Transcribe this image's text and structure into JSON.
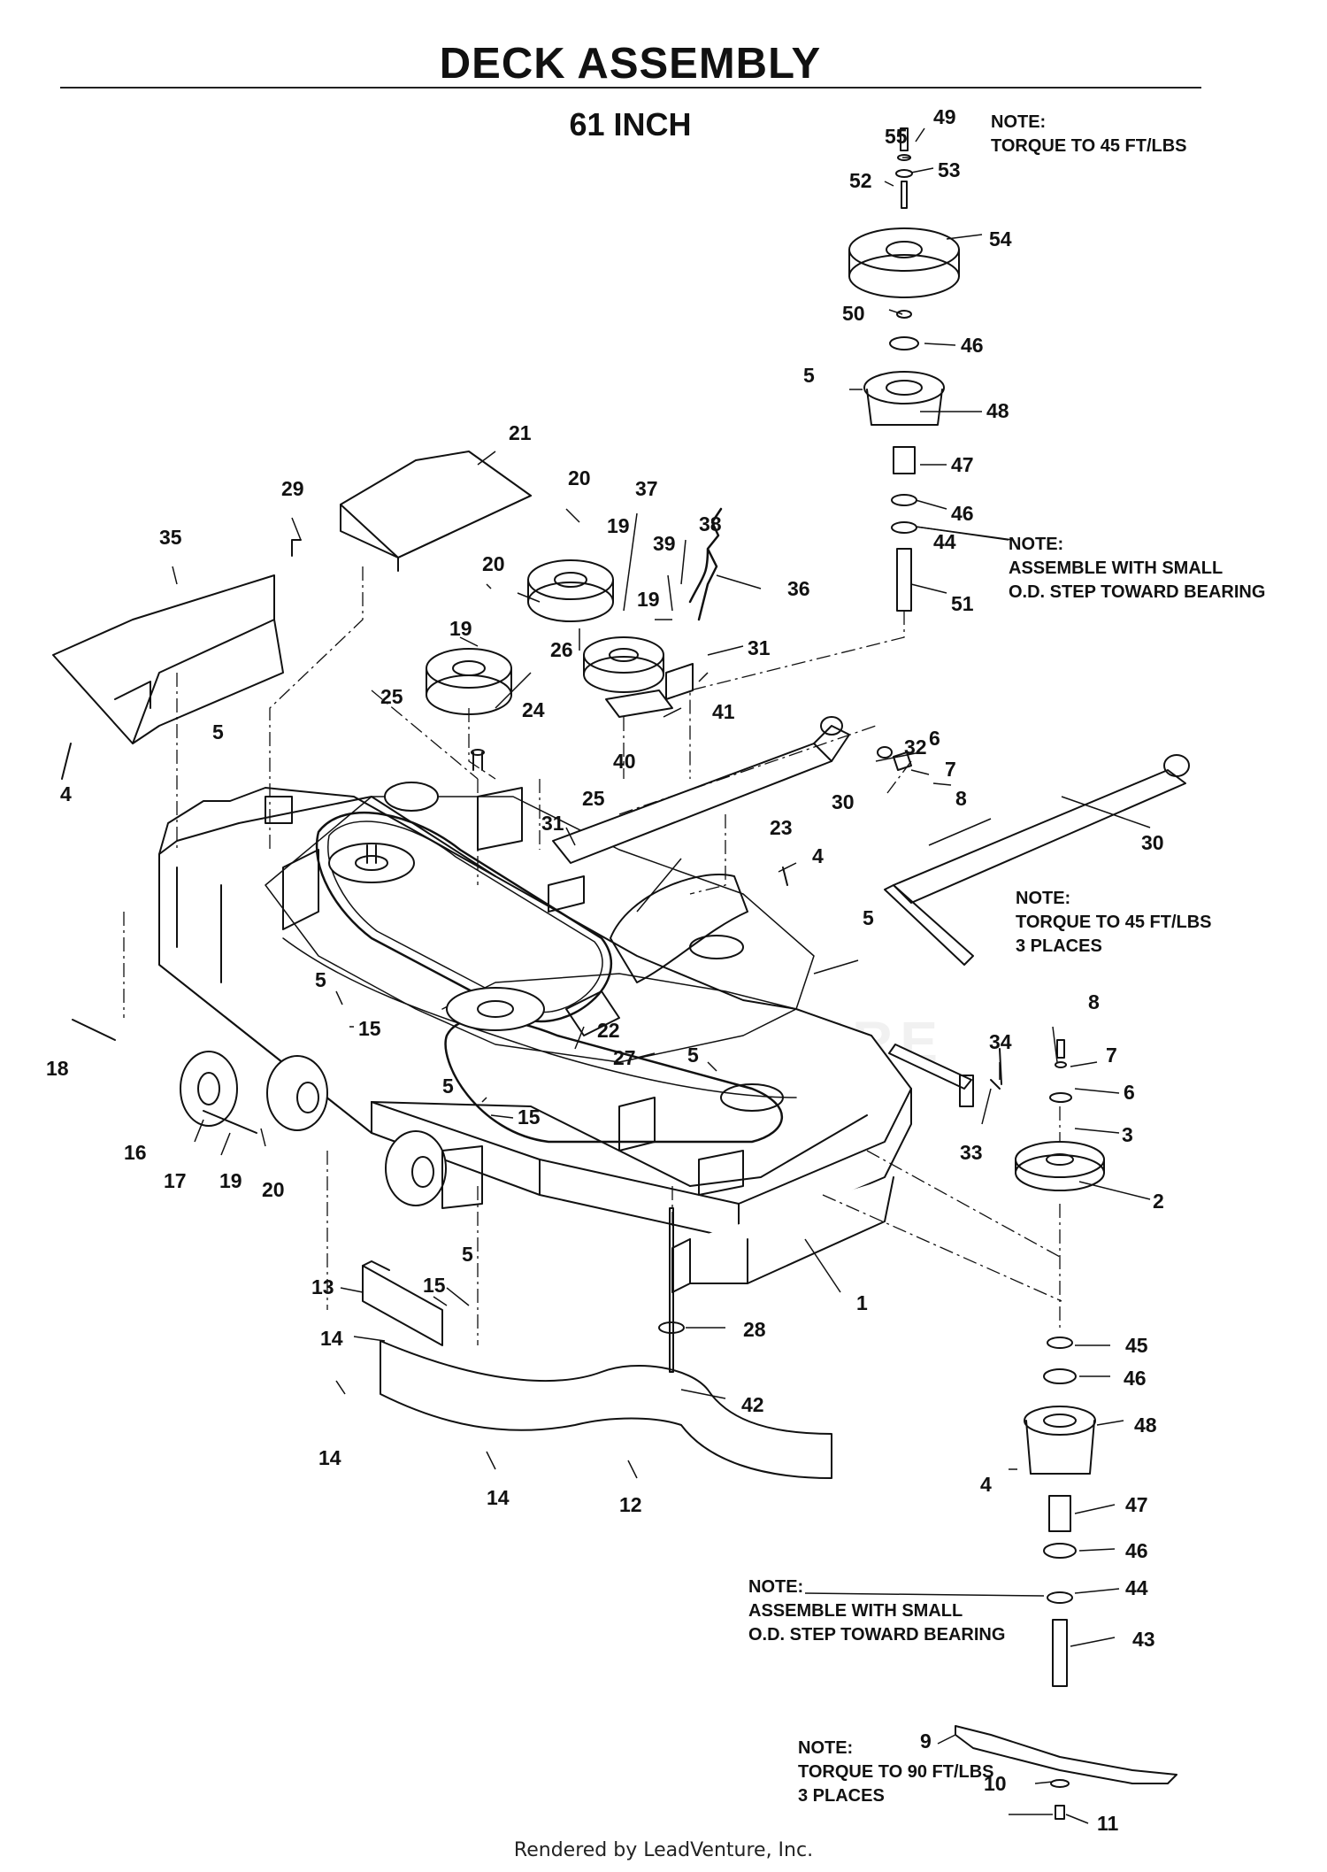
{
  "title": "DECK ASSEMBLY",
  "subtitle": "61 INCH",
  "notes": {
    "spindle_top": [
      "NOTE:",
      "TORQUE TO 45 FT/LBS"
    ],
    "spindle_top_bearing": [
      "NOTE:",
      "ASSEMBLE WITH SMALL",
      "O.D. STEP TOWARD BEARING"
    ],
    "idler": [
      "NOTE:",
      "TORQUE TO 45 FT/LBS",
      "3 PLACES"
    ],
    "spindle_bottom_bearing": [
      "NOTE:",
      "ASSEMBLE WITH SMALL",
      "O.D. STEP TOWARD BEARING"
    ],
    "blade": [
      "NOTE:",
      "TORQUE TO 90 FT/LBS",
      "3 PLACES"
    ]
  },
  "callouts": [
    "49",
    "55",
    "53",
    "52",
    "54",
    "50",
    "46",
    "5",
    "48",
    "47",
    "46",
    "44",
    "51",
    "21",
    "29",
    "20",
    "37",
    "19",
    "38",
    "39",
    "19",
    "36",
    "35",
    "20",
    "19",
    "26",
    "25",
    "24",
    "31",
    "41",
    "25",
    "40",
    "5",
    "4",
    "32",
    "6",
    "7",
    "8",
    "30",
    "31",
    "23",
    "4",
    "30",
    "5",
    "5",
    "15",
    "22",
    "27",
    "5",
    "18",
    "34",
    "8",
    "7",
    "6",
    "3",
    "2",
    "16",
    "17",
    "19",
    "20",
    "5",
    "15",
    "33",
    "1",
    "13",
    "5",
    "15",
    "14",
    "28",
    "42",
    "14",
    "12",
    "14",
    "45",
    "46",
    "48",
    "4",
    "47",
    "46",
    "44",
    "43",
    "9",
    "10",
    "11"
  ],
  "footer": "Rendered by LeadVenture, Inc.",
  "watermark": "LEADVENTURE"
}
